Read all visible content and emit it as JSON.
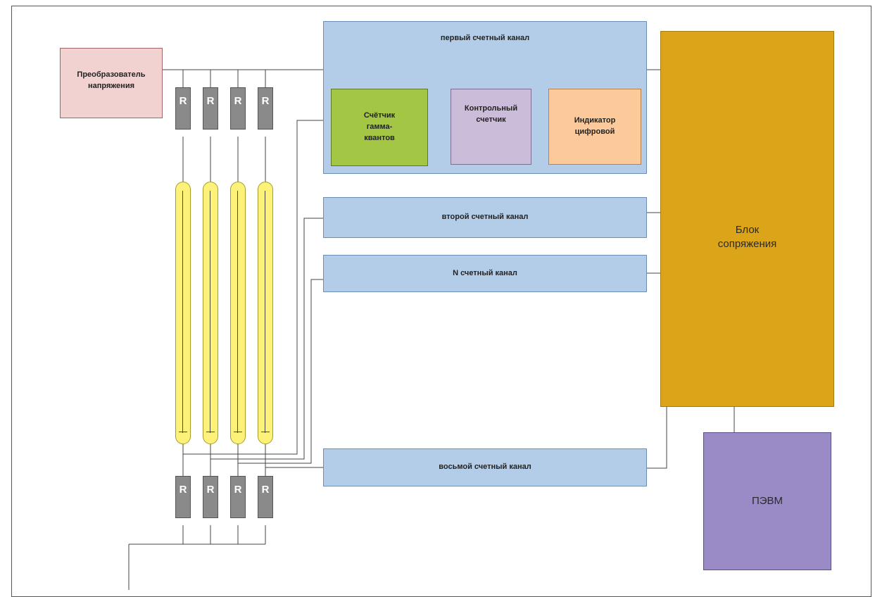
{
  "converter_label": "Преобразователь напряжения",
  "resistor_label": "R",
  "channel1": {
    "title": "первый счетный канал",
    "gamma_counter": "Счётчик гамма-квантов",
    "control_counter": "Контрольный счетчик",
    "digital_indicator": "Индикатор цифровой"
  },
  "channel2_label": "второй счетный канал",
  "channelN_label": "N счетный канал",
  "channel8_label": "восьмой счетный канал",
  "interface_block_label": "Блок сопряжения",
  "pc_label": "ПЭВМ",
  "colors": {
    "channel_fill": "#b3cde8",
    "gamma_fill": "#a3c644",
    "control_fill": "#cbbcd9",
    "indicator_fill": "#fbc99a",
    "interface_fill": "#dca419",
    "pc_fill": "#9a8bc6",
    "converter_fill": "#f2d1d1",
    "tube_fill": "#fcf27a",
    "resistor_fill": "#8a8a8a"
  }
}
